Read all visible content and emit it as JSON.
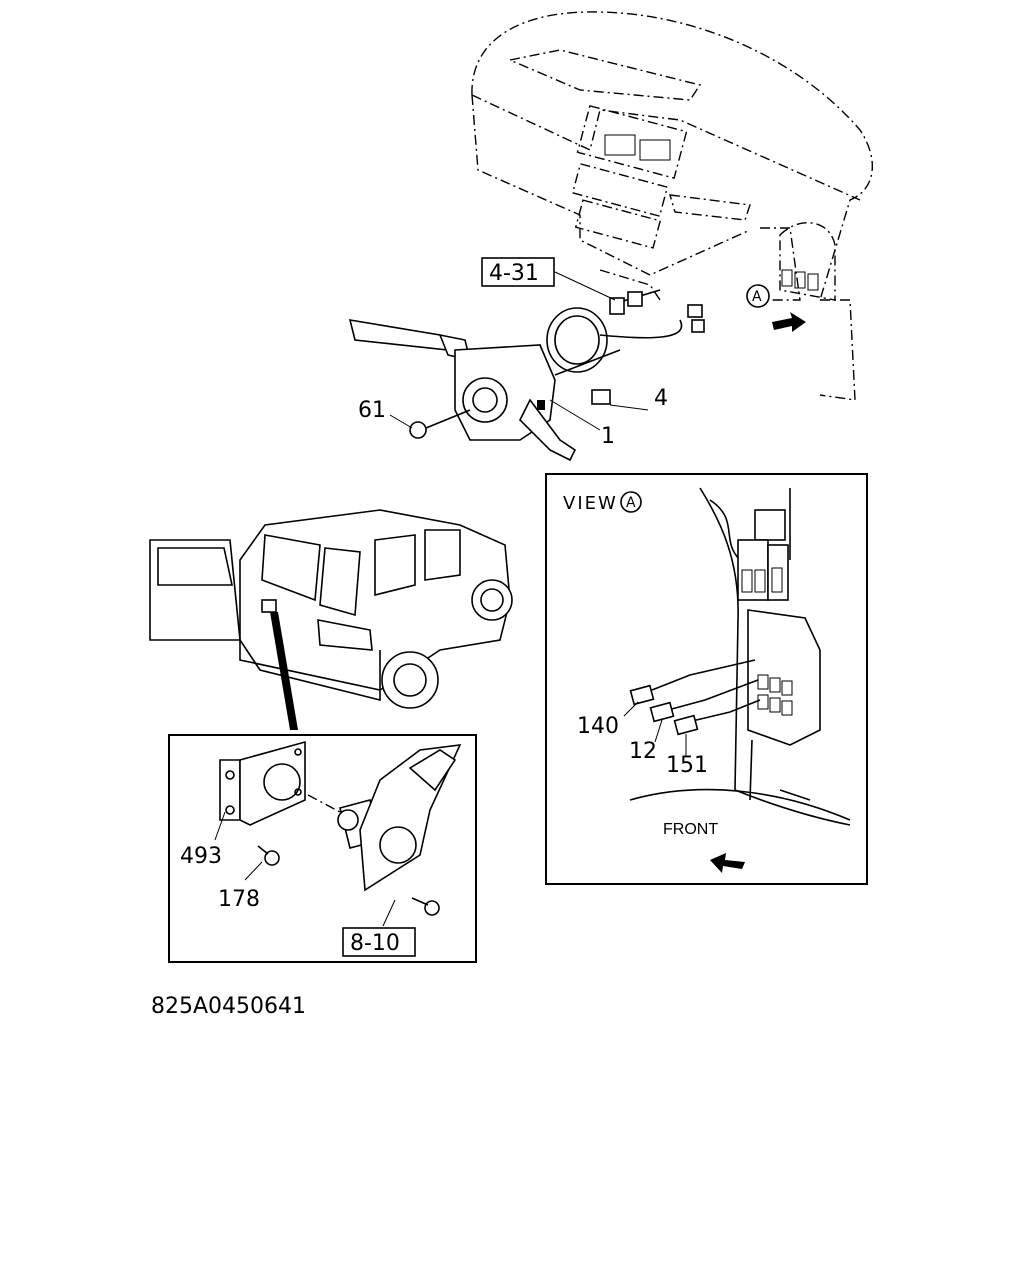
{
  "callouts": {
    "ref_4_31": "4-31",
    "ref_8_10": "8-10",
    "part_61": "61",
    "part_1": "1",
    "part_4": "4",
    "part_493": "493",
    "part_178": "178",
    "part_140": "140",
    "part_12": "12",
    "part_151": "151"
  },
  "view": {
    "marker": "A",
    "title": "VIEW",
    "front_label": "FRONT"
  },
  "drawing_number": "825A0450641"
}
